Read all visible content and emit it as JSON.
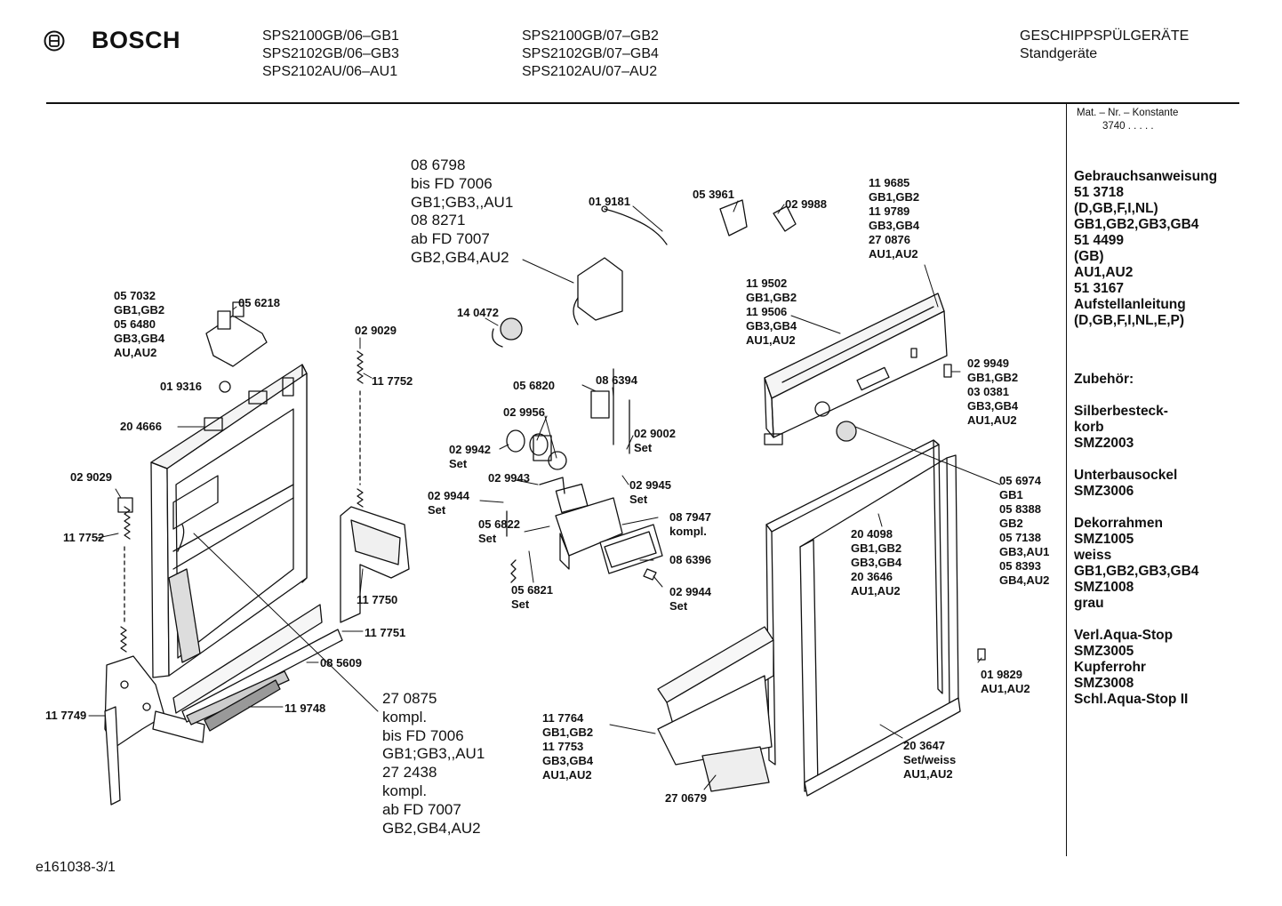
{
  "header": {
    "brand": "BOSCH",
    "models_col1": [
      "SPS2100GB/06–GB1",
      "SPS2102GB/06–GB3",
      "SPS2102AU/06–AU1"
    ],
    "models_col2": [
      "SPS2100GB/07–GB2",
      "SPS2102GB/07–GB4",
      "SPS2102AU/07–AU2"
    ],
    "category": "GESCHIPPSPÜLGERÄTE",
    "subcategory": "Standgeräte"
  },
  "sidebar": {
    "mat_label": "Mat. – Nr. – Konstante",
    "mat_value": "3740  .  .  .  .  .",
    "manual_lines": [
      "Gebrauchsanweisung",
      "51 3718",
      "(D,GB,F,I,NL)",
      "GB1,GB2,GB3,GB4",
      "51 4499",
      "(GB)",
      "AU1,AU2",
      "51 3167",
      "Aufstellanleitung",
      "(D,GB,F,I,NL,E,P)"
    ],
    "accessories_title": "Zubehör:",
    "accessories_lines": [
      "Silberbesteck-",
      "korb",
      "SMZ2003",
      "",
      "Unterbausockel",
      "SMZ3006",
      "",
      "Dekorrahmen",
      "SMZ1005",
      "weiss",
      "GB1,GB2,GB3,GB4",
      "SMZ1008",
      "grau",
      "",
      "Verl.Aqua-Stop",
      "SMZ3005",
      "Kupferrohr",
      "SMZ3008",
      "Schl.Aqua-Stop II"
    ]
  },
  "callouts": {
    "c1": [
      "08 6798",
      "bis FD 7006",
      "GB1;GB3,,AU1",
      "08 8271",
      "ab FD 7007",
      "GB2,GB4,AU2"
    ],
    "c2": [
      "27 0875",
      "kompl.",
      "bis FD 7006",
      "GB1;GB3,,AU1",
      "27 2438",
      "kompl.",
      "ab FD 7007",
      "GB2,GB4,AU2"
    ],
    "l_019181": "01 9181",
    "l_053961": "05 3961",
    "l_029988": "02 9988",
    "l_119685": [
      "11 9685",
      "GB1,GB2",
      "11 9789",
      "GB3,GB4",
      "27 0876",
      "AU1,AU2"
    ],
    "l_057032": [
      "05 7032",
      "GB1,GB2",
      "05 6480",
      "GB3,GB4",
      "AU,AU2"
    ],
    "l_056218": "05 6218",
    "l_140472": "14 0472",
    "l_119502": [
      "11 9502",
      "GB1,GB2",
      "11 9506",
      "GB3,GB4",
      "AU1,AU2"
    ],
    "l_029029a": "02 9029",
    "l_019316": "01 9316",
    "l_117752a": "11 7752",
    "l_056820": "05 6820",
    "l_086394": "08 6394",
    "l_029949": [
      "02 9949",
      "GB1,GB2",
      "03 0381",
      "GB3,GB4",
      "AU1,AU2"
    ],
    "l_204666": "20 4666",
    "l_029956": "02 9956",
    "l_029942": [
      "02 9942",
      "Set"
    ],
    "l_029002": [
      "02 9002",
      "Set"
    ],
    "l_029029b": "02 9029",
    "l_029943": "02 9943",
    "l_029945": [
      "02 9945",
      "Set"
    ],
    "l_056974": [
      "05 6974",
      "GB1",
      "05 8388",
      "GB2",
      "05 7138",
      "GB3,AU1",
      "05 8393",
      "GB4,AU2"
    ],
    "l_029944a": [
      "02 9944",
      "Set"
    ],
    "l_087947": [
      "08 7947",
      "kompl."
    ],
    "l_056822": [
      "05 6822",
      "Set"
    ],
    "l_204098": [
      "20 4098",
      "GB1,GB2",
      "GB3,GB4",
      "20 3646",
      "AU1,AU2"
    ],
    "l_117752b": "11 7752",
    "l_086396": "08 6396",
    "l_056821": [
      "05 6821",
      "Set"
    ],
    "l_029944b": [
      "02 9944",
      "Set"
    ],
    "l_117750": "11 7750",
    "l_117751": "11 7751",
    "l_085609": "08 5609",
    "l_019829": [
      "01 9829",
      "AU1,AU2"
    ],
    "l_117749": "11 7749",
    "l_119748": "11 9748",
    "l_117764": [
      "11 7764",
      "GB1,GB2",
      "11 7753",
      "GB3,GB4",
      "AU1,AU2"
    ],
    "l_203647": [
      "20 3647",
      "Set/weiss",
      "AU1,AU2"
    ],
    "l_270679": "27 0679"
  },
  "footer": {
    "code": "e161038-3/1"
  }
}
